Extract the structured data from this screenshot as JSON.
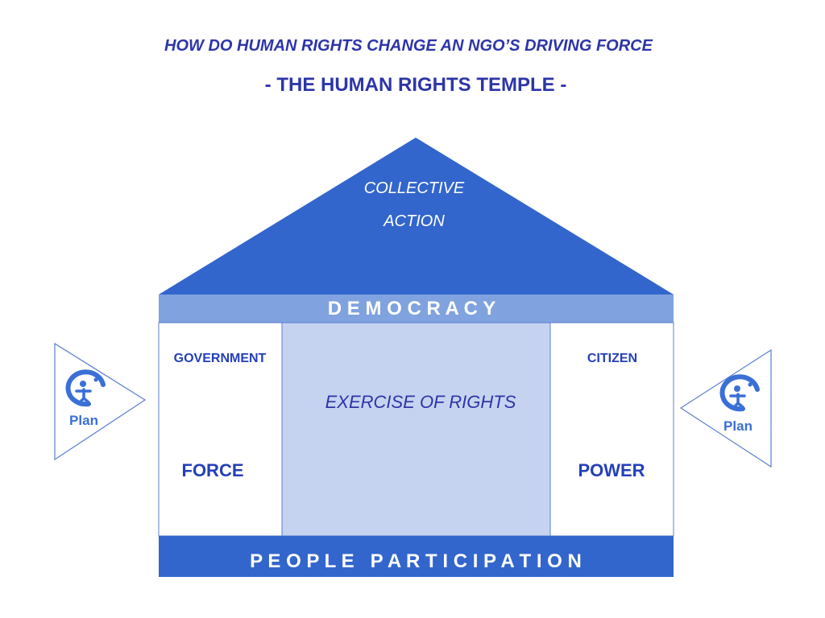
{
  "header": {
    "title": "HOW DO HUMAN RIGHTS CHANGE AN NGO’S DRIVING FORCE",
    "subtitle": "- THE HUMAN RIGHTS TEMPLE -"
  },
  "temple": {
    "roof": {
      "line1": "COLLECTIVE",
      "line2": "ACTION"
    },
    "beam": "D E M O C R A C Y",
    "left_pillar": {
      "top": "GOVERNMENT",
      "bottom": "FORCE"
    },
    "center": "EXERCISE OF RIGHTS",
    "right_pillar": {
      "top": "CITIZEN",
      "bottom": "POWER"
    },
    "base": "P E O P L E   P A R T I C I P A T I O N"
  },
  "logos": {
    "left": "Plan",
    "right": "Plan"
  },
  "colors": {
    "title": "#2d35a8",
    "roof": "#3366cc",
    "beam": "#80a2df",
    "center": "#c6d3f0",
    "base": "#3366cc",
    "outline": "#5b7fd0",
    "pillar_text": "#2440b8",
    "logo": "#3a6fd6"
  }
}
